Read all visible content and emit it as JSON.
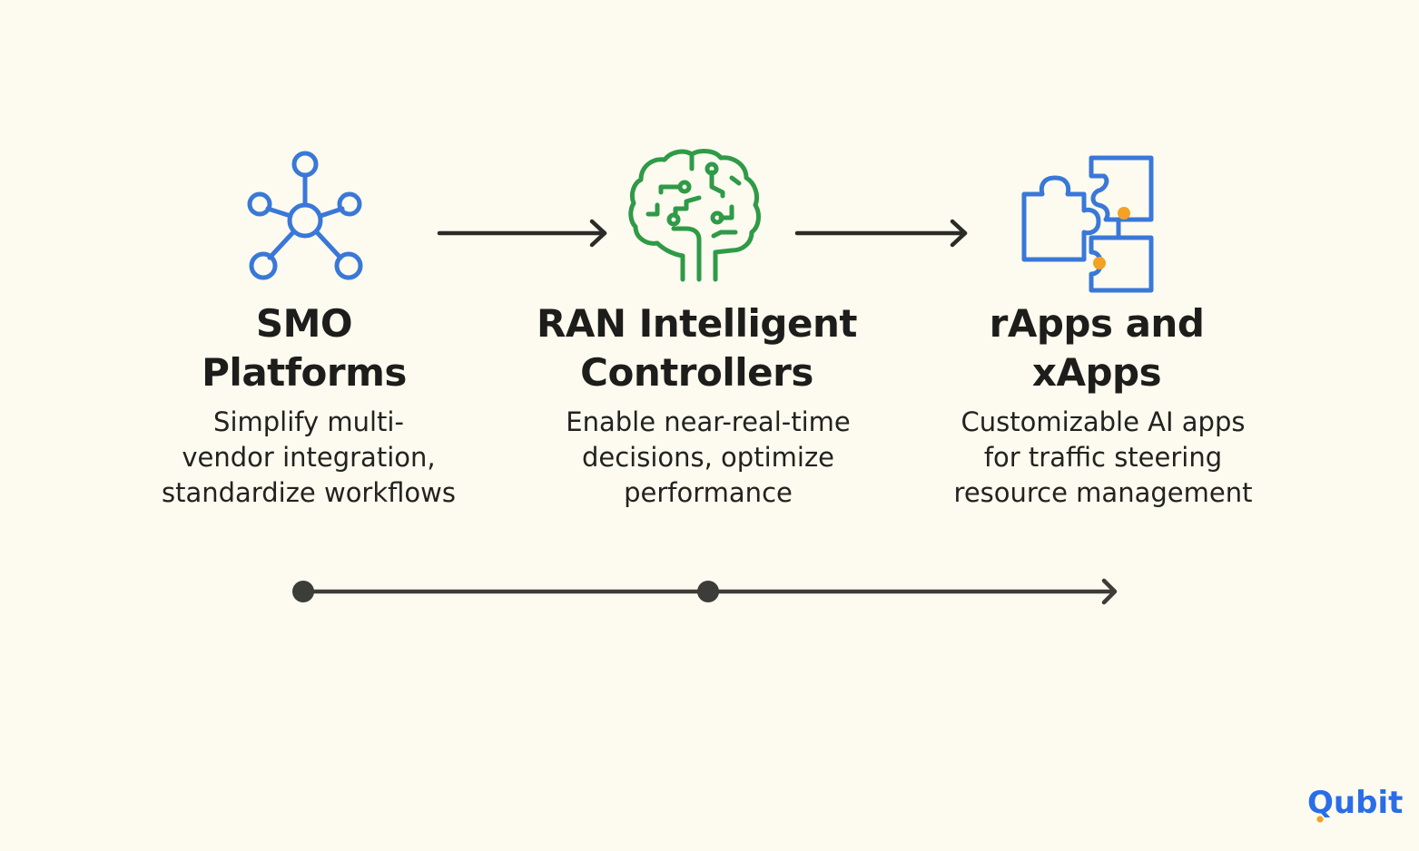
{
  "steps": [
    {
      "title_lines": [
        "SMO",
        "Platforms"
      ],
      "desc_lines": [
        "Simplify multi-",
        "vendor integration,",
        "standardize workflows"
      ],
      "icon": "network-hub-icon",
      "color": "#3a78d8"
    },
    {
      "title_lines": [
        "RAN Intelligent",
        "Controllers"
      ],
      "desc_lines": [
        "Enable near-real-time",
        "decisions, optimize",
        "performance"
      ],
      "icon": "brain-circuit-icon",
      "color": "#2f9a47"
    },
    {
      "title_lines": [
        "rApps and",
        "xApps"
      ],
      "desc_lines": [
        "Customizable AI apps",
        "for traffic steering",
        "resource management"
      ],
      "icon": "puzzle-pieces-icon",
      "color": "#3a78d8",
      "accent": "#f2a224"
    }
  ],
  "logo": {
    "text": "Qubit",
    "color": "#2a6de8",
    "dot_color": "#f2a224"
  },
  "colors": {
    "background": "#fdfbef",
    "arrow": "#2b2b28"
  }
}
